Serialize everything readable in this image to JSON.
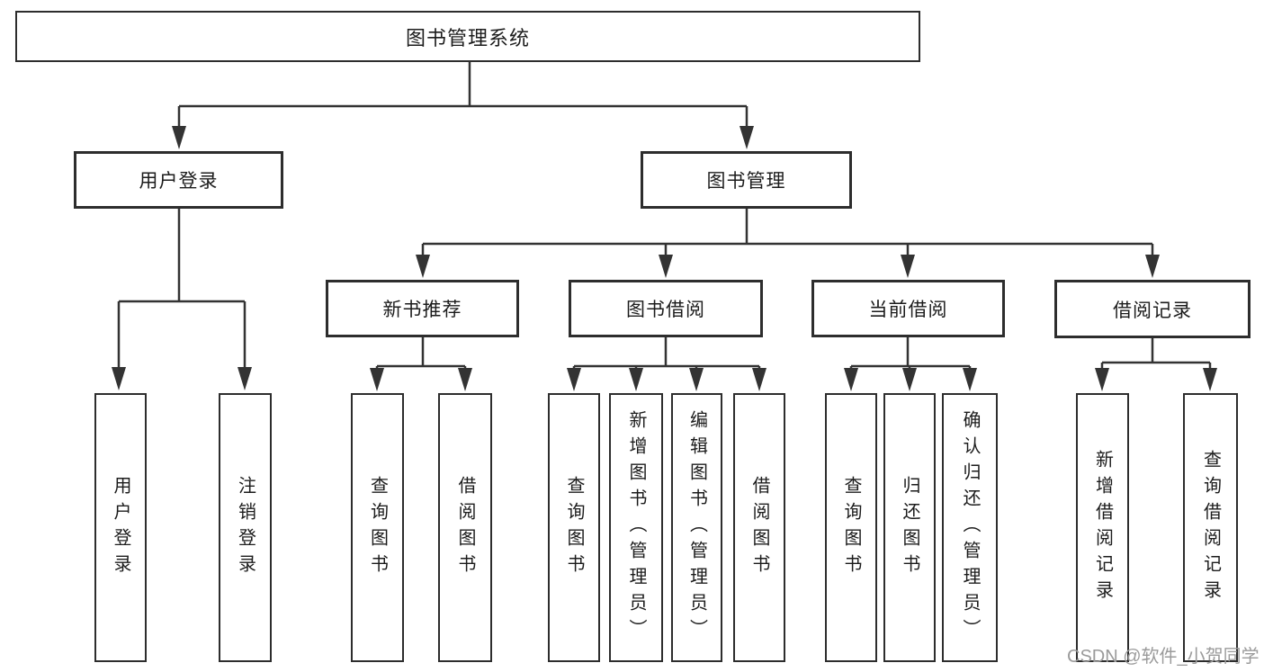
{
  "tree": {
    "label": "图书管理系统",
    "children": [
      {
        "label": "用户登录",
        "children": [
          {
            "label": "用户登录"
          },
          {
            "label": "注销登录"
          }
        ]
      },
      {
        "label": "图书管理",
        "children": [
          {
            "label": "新书推荐",
            "children": [
              {
                "label": "查询图书"
              },
              {
                "label": "借阅图书"
              }
            ]
          },
          {
            "label": "图书借阅",
            "children": [
              {
                "label": "查询图书"
              },
              {
                "label": "新增图书（管理员）"
              },
              {
                "label": "编辑图书（管理员）"
              },
              {
                "label": "借阅图书"
              }
            ]
          },
          {
            "label": "当前借阅",
            "children": [
              {
                "label": "查询图书"
              },
              {
                "label": "归还图书"
              },
              {
                "label": "确认归还（管理员）"
              }
            ]
          },
          {
            "label": "借阅记录",
            "children": [
              {
                "label": "新增借阅记录"
              },
              {
                "label": "查询借阅记录"
              }
            ]
          }
        ]
      }
    ]
  },
  "watermark": {
    "text": "CSDN @软件_小贺同学"
  },
  "colors": {
    "line": "#333333",
    "box_border": "#2d2d2d",
    "box_fill": "#ffffff",
    "text": "#1c1c1c",
    "watermark": "#9b9b9b",
    "background": "#ffffff"
  }
}
